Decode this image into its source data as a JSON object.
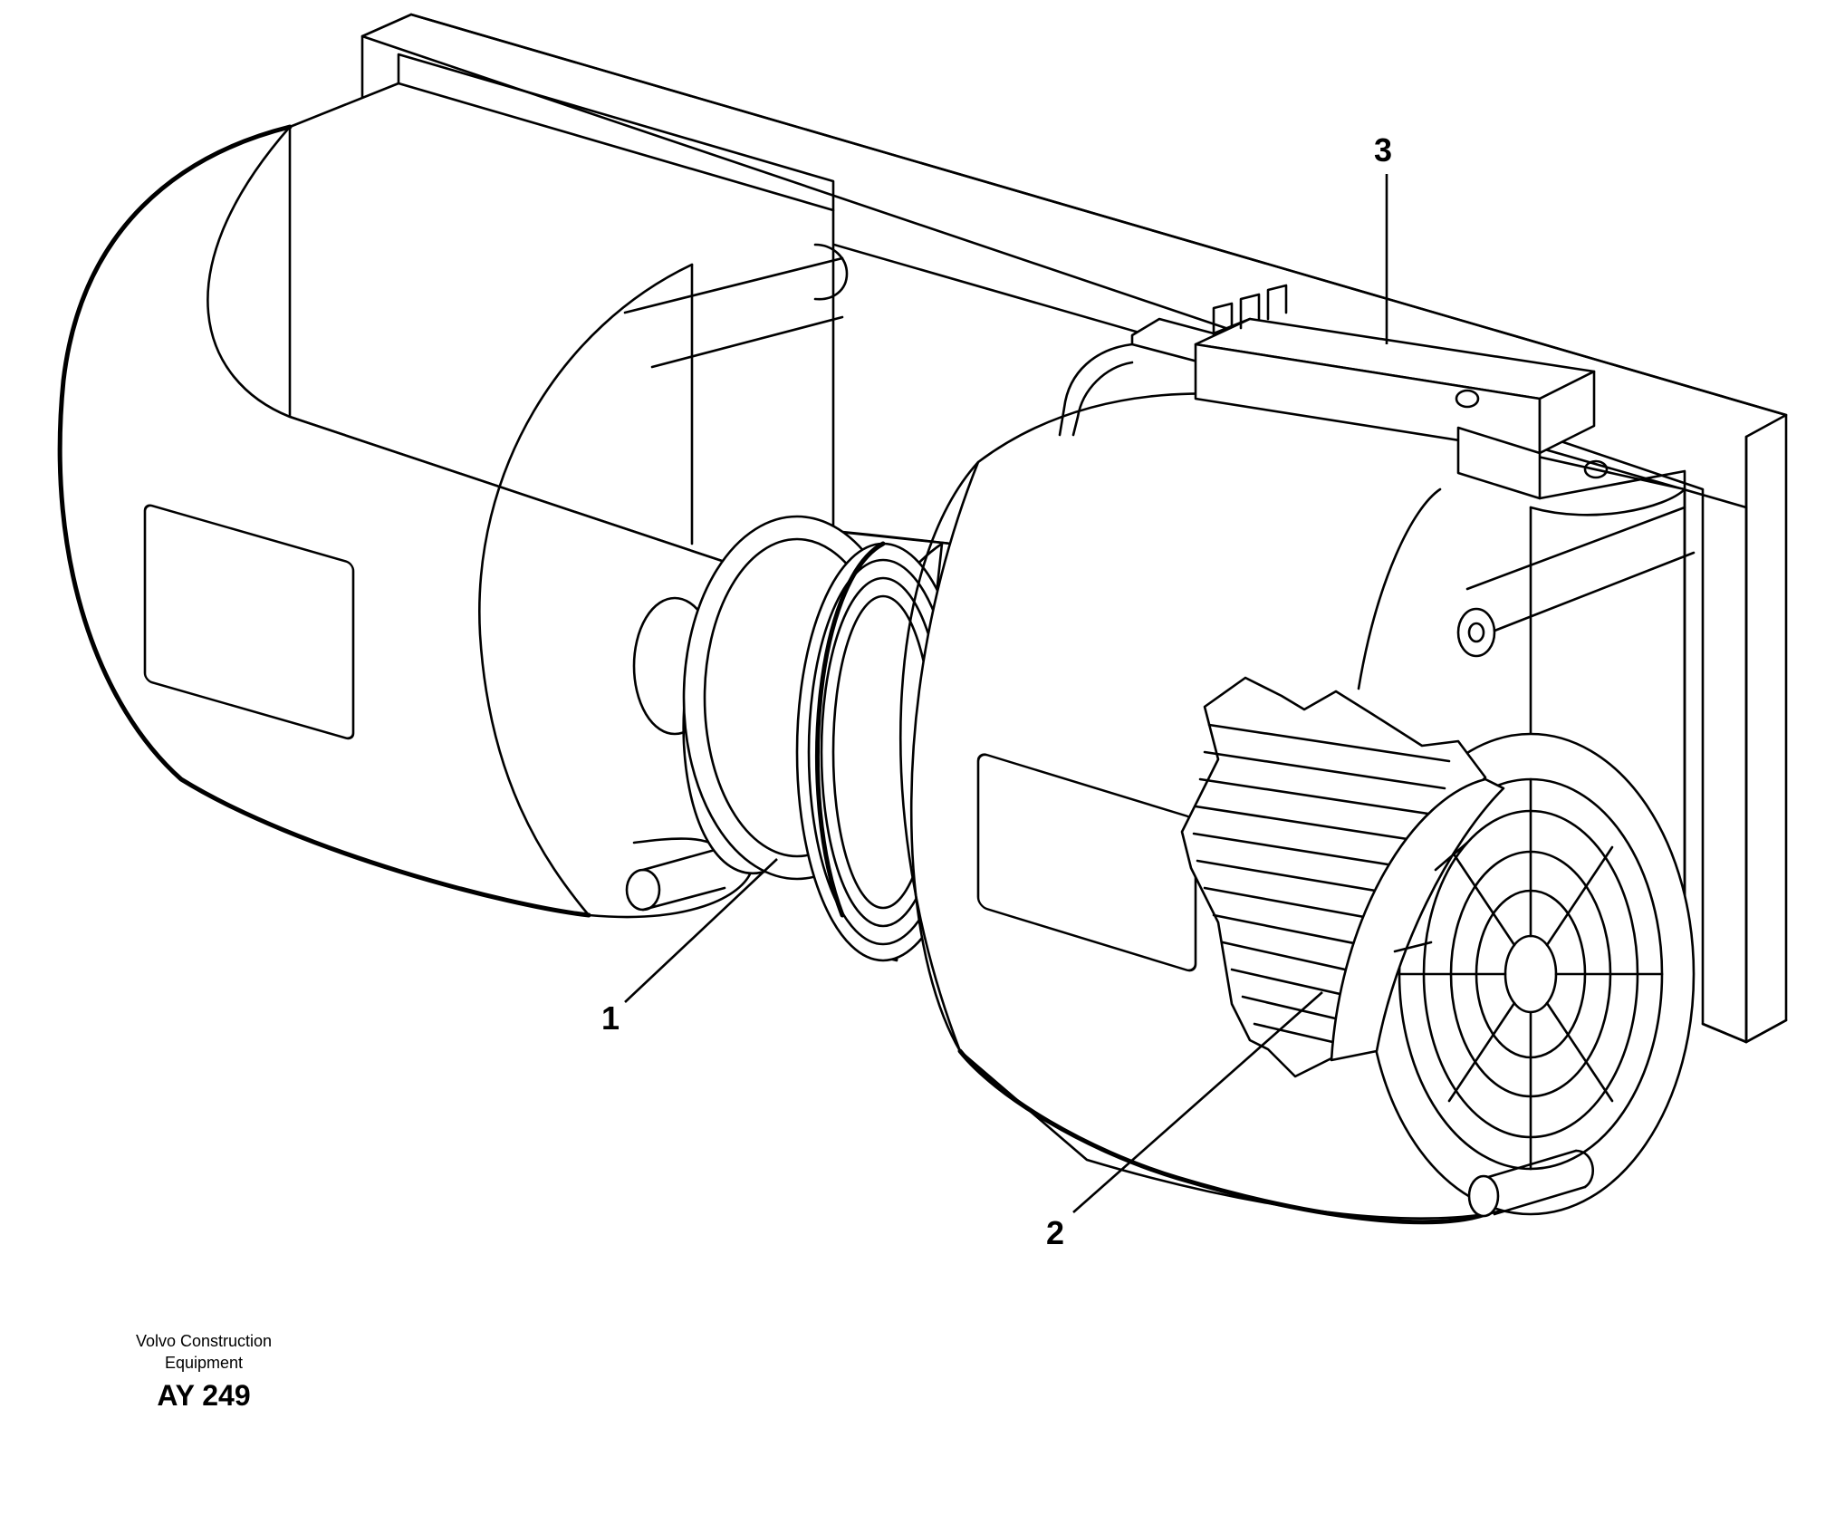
{
  "callouts": [
    {
      "number": "1"
    },
    {
      "number": "2"
    },
    {
      "number": "3"
    }
  ],
  "caption": {
    "maker_line1": "Volvo Construction",
    "maker_line2": "Equipment",
    "drawing_code": "AY 249"
  },
  "colors": {
    "line": "#000000",
    "background": "#ffffff"
  }
}
